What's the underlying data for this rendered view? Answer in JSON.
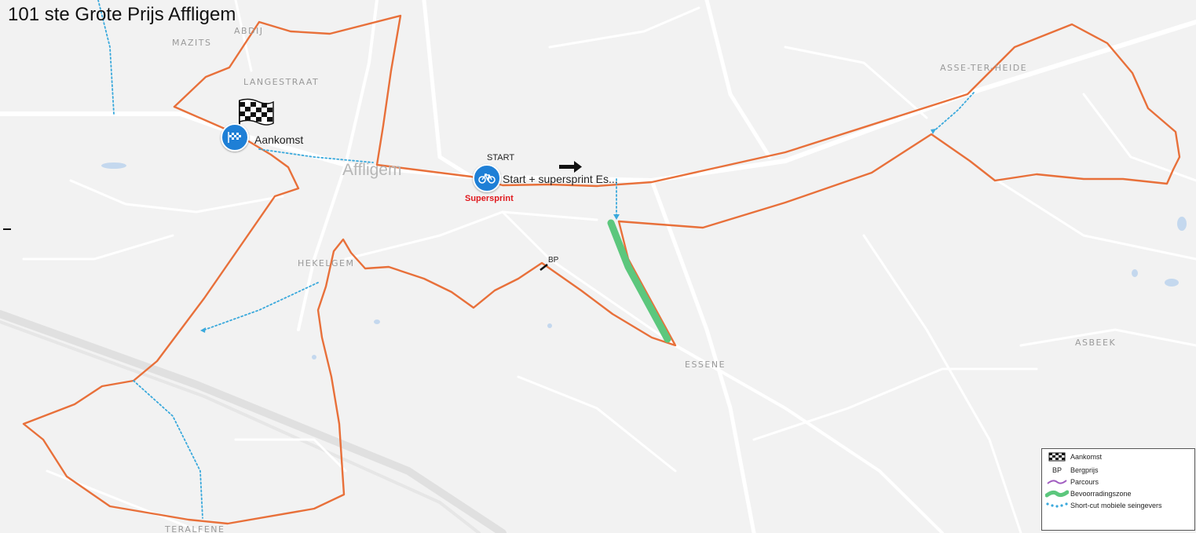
{
  "title": "101 ste Grote Prijs Affligem",
  "places": {
    "mazits": "MAZITS",
    "abdij": "ABDIJ",
    "langestraat": "LANGESTRAAT",
    "affligem": "Affligem",
    "hekelgem": "HEKELGEM",
    "essene": "ESSENE",
    "asse_ter_heide": "ASSE-TER-HEIDE",
    "asbeek": "ASBEEK",
    "teralfene": "TERALFENE"
  },
  "markers": {
    "finish": {
      "icon": "finish-flag-icon",
      "label": "Aankomst"
    },
    "start": {
      "icon": "bicycle-icon",
      "label": "Start + supersprint Es...",
      "top_label": "START",
      "sub_label": "Supersprint"
    },
    "climb": {
      "label": "BP"
    }
  },
  "legend": {
    "items": [
      {
        "icon": "finish-flag-icon",
        "symbol": "",
        "label": "Aankomst"
      },
      {
        "icon": "climb-text-icon",
        "symbol": "BP",
        "label": "Bergprijs"
      },
      {
        "icon": "route-line-icon",
        "symbol": "",
        "label": "Parcours"
      },
      {
        "icon": "supply-zone-icon",
        "symbol": "",
        "label": "Bevoorradingszone"
      },
      {
        "icon": "shortcut-dots-icon",
        "symbol": "",
        "label": "Short-cut mobiele seingevers"
      }
    ]
  },
  "colors": {
    "route": "#e8703a",
    "supply_zone": "#5cc77d",
    "shortcut": "#3aa9dc",
    "marker": "#1e7fd6",
    "sprint_label": "#e0191e",
    "map_background": "#f2f2f2",
    "road": "#ffffff",
    "water": "#c4d8ee"
  }
}
